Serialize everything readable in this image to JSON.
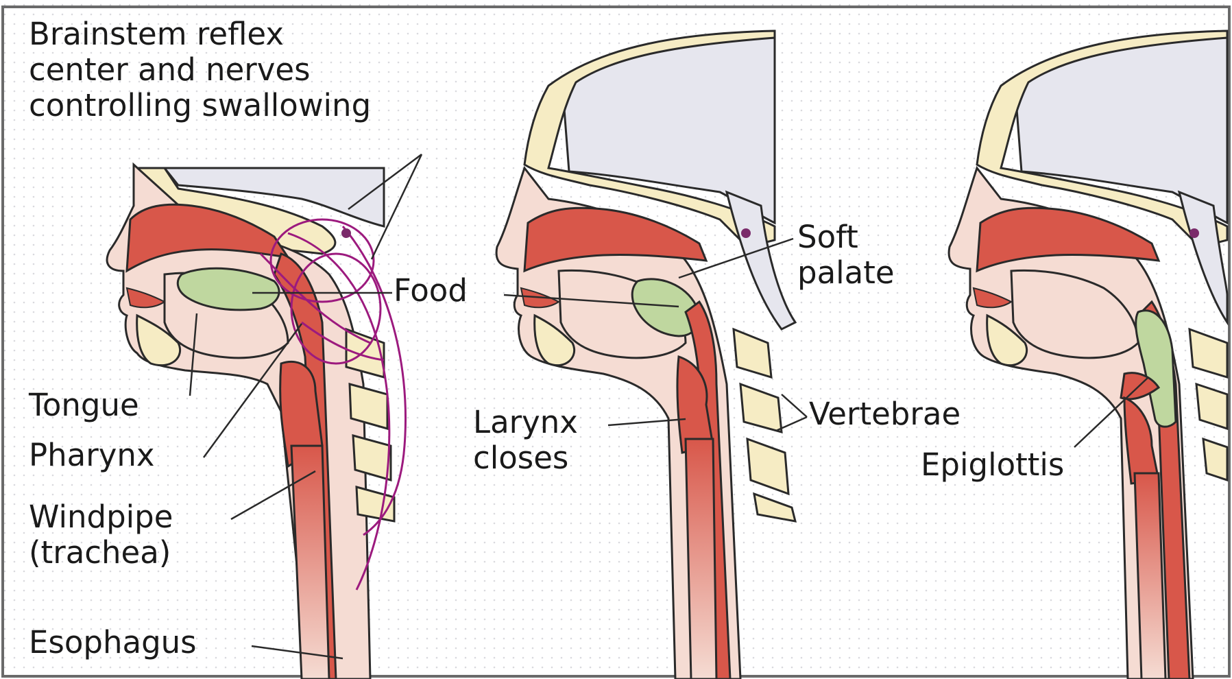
{
  "labels": {
    "brainstem": [
      "Brainstem reflex",
      "center and nerves",
      "controlling swallowing"
    ],
    "food": "Food",
    "soft_palate": [
      "Soft",
      "palate"
    ],
    "tongue": "Tongue",
    "pharynx": "Pharynx",
    "windpipe": [
      "Windpipe",
      "(trachea)"
    ],
    "esophagus": "Esophagus",
    "larynx": [
      "Larynx",
      "closes"
    ],
    "vertebrae": "Vertebrae",
    "epiglottis": "Epiglottis"
  },
  "colors": {
    "background": "#ffffff",
    "dot_grid": "#d9d9de",
    "brain": "#e6e6ee",
    "bone": "#f6ecc4",
    "muscle": "#d8574a",
    "soft_tissue": "#f5dcd3",
    "food_bolus": "#bfd79f",
    "nerves": "#9c1a7e",
    "outline": "#2a2a2a"
  }
}
